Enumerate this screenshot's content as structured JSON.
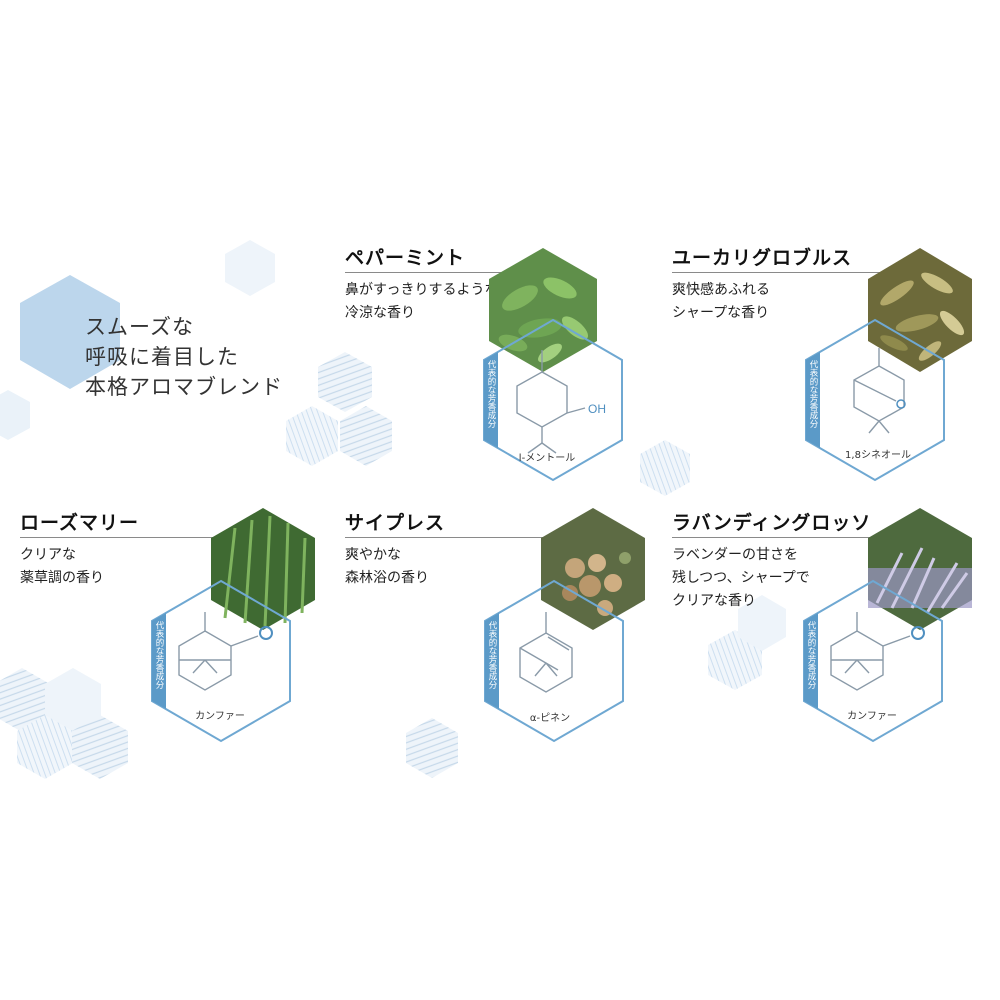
{
  "tagline": {
    "line1": "スムーズな",
    "line2": "呼吸に着目した",
    "line3": "本格アロマブレンド"
  },
  "compound_label": "代表的な芳香成分",
  "cards": [
    {
      "title": "ペパーミント",
      "desc1": "鼻がすっきりするような",
      "desc2": "冷涼な香り",
      "desc3": "",
      "compound": "l-メントール",
      "photo": "peppermint-leaves"
    },
    {
      "title": "ユーカリグロブルス",
      "desc1": "爽快感あふれる",
      "desc2": "シャープな香り",
      "desc3": "",
      "compound": "1,8シネオール",
      "photo": "eucalyptus-leaves"
    },
    {
      "title": "ローズマリー",
      "desc1": "クリアな",
      "desc2": "薬草調の香り",
      "desc3": "",
      "compound": "カンファー",
      "photo": "rosemary-sprigs"
    },
    {
      "title": "サイプレス",
      "desc1": "爽やかな",
      "desc2": "森林浴の香り",
      "desc3": "",
      "compound": "α-ピネン",
      "photo": "cypress-cones"
    },
    {
      "title": "ラバンディングロッソ",
      "desc1": "ラベンダーの甘さを",
      "desc2": "残しつつ、シャープで",
      "desc3": "クリアな香り",
      "compound": "カンファー",
      "photo": "lavender-flowers"
    }
  ],
  "colors": {
    "accent_blue": "#5b9ac8",
    "outline_blue": "#6fa8d2",
    "pale_hex": "#c9dff0",
    "rule_gray": "#8a8a8a"
  }
}
